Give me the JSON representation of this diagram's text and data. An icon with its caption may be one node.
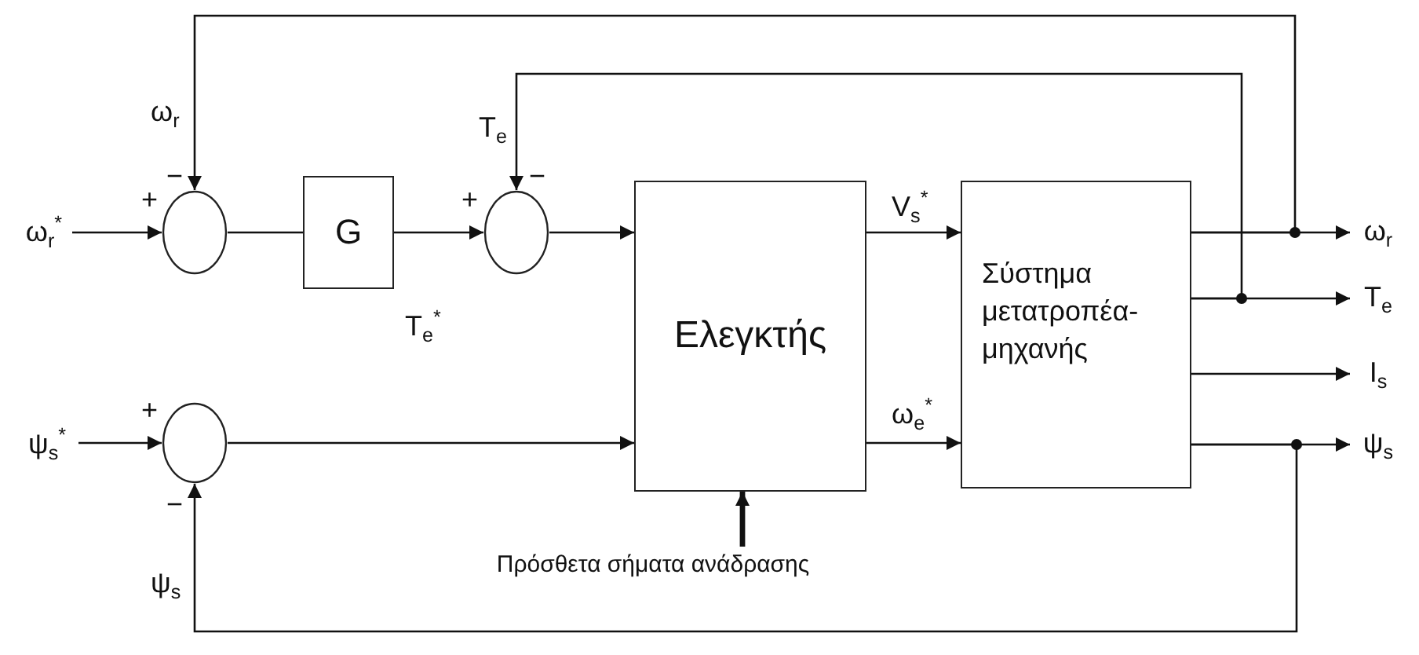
{
  "diagram": {
    "nodes": [
      {
        "text": [
          "ω$_{r}$$^{*}$"
        ]
      },
      {
        "text": [],
        "shape": "circle"
      },
      {
        "text": [
          "G"
        ]
      },
      {
        "text": [],
        "shape": "circle"
      },
      {
        "text": [
          "Ελεγκτής"
        ]
      },
      {
        "text": [
          "Σύστημα μετατροπέα-μηχανής"
        ]
      },
      {
        "text": [
          "ω$_{r}$"
        ]
      },
      {
        "text": [
          "T$_{e}$"
        ]
      },
      {
        "text": [
          "I$_{s}$"
        ]
      },
      {
        "text": [
          "ψ$_{s}$"
        ]
      },
      {
        "text": [
          "ψ$_{s}$$^{*}$"
        ]
      },
      {
        "text": [],
        "shape": "circle"
      },
      {
        "text": [
          "Πρόσθετα σήματα ανάδρασης"
        ]
      }
    ],
    "edges": [
      {
        "from": 0,
        "to": 1,
        "arrow": "to"
      },
      {
        "from": 1,
        "to": 2,
        "arrow": "none"
      },
      {
        "from": 2,
        "to": 3,
        "arrow": "to",
        "label": "T$_{e}$$^{*}$"
      },
      {
        "from": 3,
        "to": 4,
        "arrow": "to"
      },
      {
        "from": 4,
        "to": 5,
        "arrow": "to",
        "label": "V$_{s}$$^{*}$"
      },
      {
        "from": 4,
        "to": 5,
        "arrow": "to",
        "label": "ω$_{e}$$^{*}$"
      },
      {
        "from": 5,
        "to": 6,
        "arrow": "to"
      },
      {
        "from": 5,
        "to": 7,
        "arrow": "to"
      },
      {
        "from": 5,
        "to": 8,
        "arrow": "to"
      },
      {
        "from": 5,
        "to": 9,
        "arrow": "to"
      },
      {
        "from": 5,
        "to": 1,
        "arrow": "to",
        "label": "ω$_{r}$"
      },
      {
        "from": 5,
        "to": 3,
        "arrow": "to",
        "label": "T$_{e}$"
      },
      {
        "from": 10,
        "to": 11,
        "arrow": "to"
      },
      {
        "from": 11,
        "to": 4,
        "arrow": "to"
      },
      {
        "from": 5,
        "to": 11,
        "arrow": "to",
        "label": "ψ$_{s}$"
      },
      {
        "from": 12,
        "to": 4,
        "arrow": "to",
        "style": "thick"
      }
    ],
    "labels": [
      "−",
      "−",
      "+",
      "+",
      "+",
      "−"
    ]
  }
}
